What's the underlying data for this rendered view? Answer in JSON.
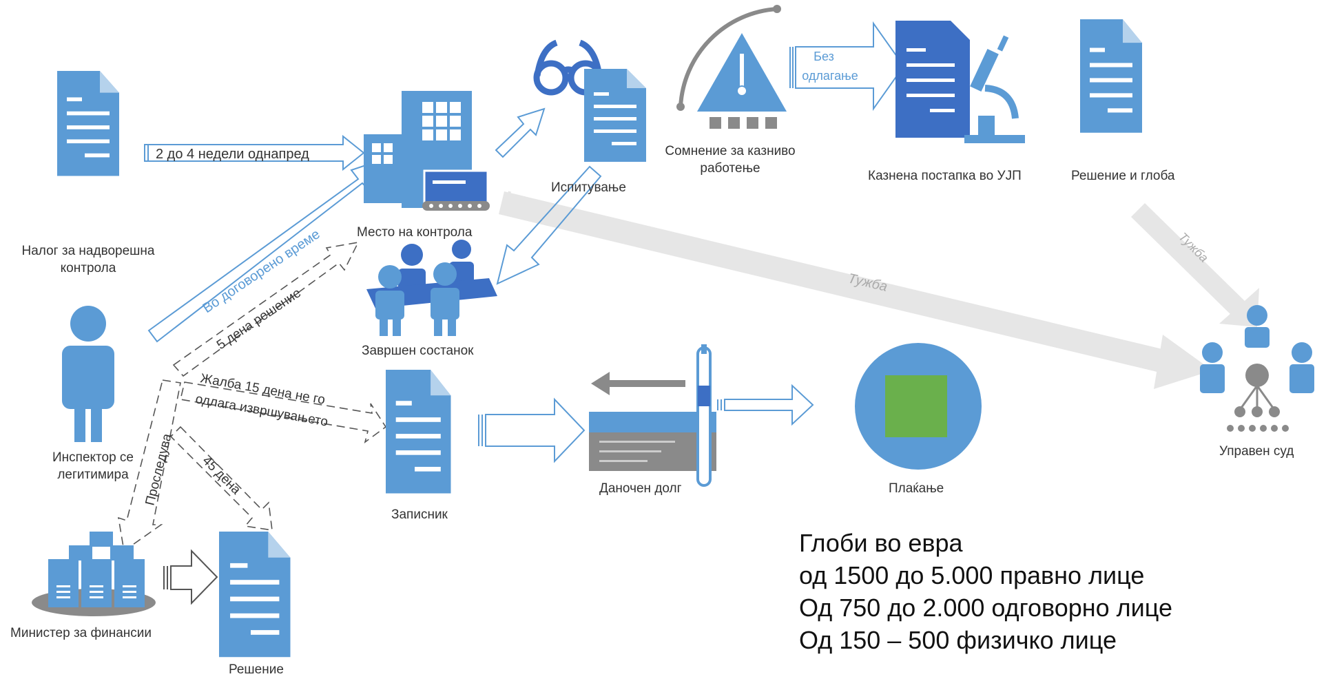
{
  "nodes": {
    "nalog": "Налог за надворешна контрола",
    "mesto": "Место на контрола",
    "ispituvanje": "Испитување",
    "somnenie": "Сомнение за казниво работење",
    "kazneta": "Казнена постапка во УЈП",
    "reshenie_globa": "Решение и глоба",
    "zavrshen": "Завршен состанок",
    "inspektor": "Инспектор се легитимира",
    "zapisnik": "Записник",
    "danochen": "Даночен долг",
    "plakjanje": "Плаќање",
    "upraven": "Управен суд",
    "minister": "Министер за финансии",
    "reshenie": "Решение"
  },
  "edges": {
    "two_four": "2 до 4 недели однапред",
    "dogovoreno": "Во договорено време",
    "pet_dena": "5 дена решение",
    "zhalba_1": "Жалба 15 дена не го",
    "zhalba_2": "одлага извршувањето",
    "prosleduva": "Проследува",
    "chetirieset": "45 дена",
    "bez_1": "Без",
    "bez_2": "одлагање",
    "tuzhba_main": "Тужба",
    "tuzhba_side": "Тужба"
  },
  "fines": {
    "title": "Глоби во евра",
    "line1": "од 1500 до 5.000 правно лице",
    "line2": "Од 750 до 2.000 одговорно лице",
    "line3": "Од 150 – 500 физичко лице"
  },
  "colors": {
    "primary_blue": "#5b9bd5",
    "dark_blue": "#3d6fc4",
    "gray_arrow": "#e6e6e6",
    "gray_dark": "#8a8a8a",
    "green": "#6ab04c"
  },
  "icons": [
    "document-icon",
    "building-icon",
    "glasses-icon",
    "warning-icon",
    "microscope-icon",
    "meeting-icon",
    "person-icon",
    "court-icon",
    "servers-icon",
    "payment-icon",
    "tax-debt-icon"
  ]
}
